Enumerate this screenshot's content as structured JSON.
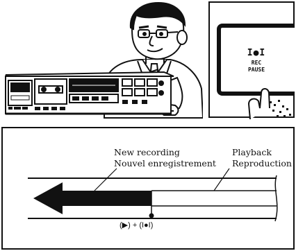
{
  "display": {
    "symbol": "I●I",
    "line1": "REC",
    "line2": "PAUSE"
  },
  "diagram": {
    "new_recording_en": "New recording",
    "new_recording_fr": "Nouvel enregistrement",
    "playback_en": "Playback",
    "playback_fr": "Reproduction",
    "buttons_label": "(▶) + (I●I)"
  },
  "colors": {
    "ink": "#111111",
    "paper": "#ffffff"
  }
}
